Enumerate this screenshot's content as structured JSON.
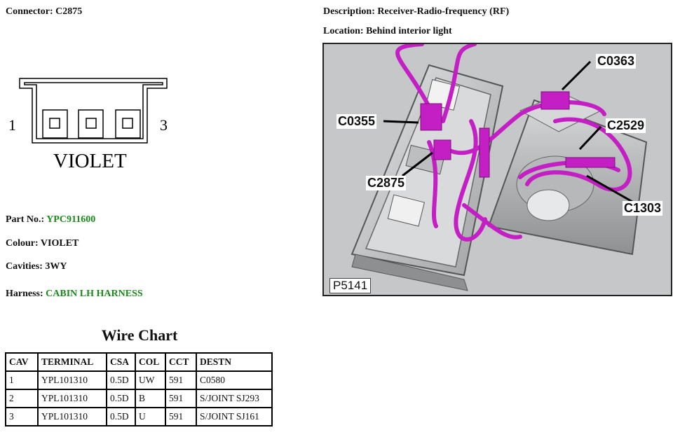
{
  "connector": {
    "label": "Connector:",
    "value": "C2875"
  },
  "description": {
    "label": "Description:",
    "value": "Receiver-Radio-frequency (RF)"
  },
  "location": {
    "label": "Location:",
    "value": "Behind interior light"
  },
  "connector_face": {
    "pin_left": "1",
    "pin_right": "3",
    "colour_text": "VIOLET"
  },
  "part_no": {
    "label": "Part No.:",
    "value": "YPC911600",
    "link_color": "#1a8a1a"
  },
  "colour": {
    "label": "Colour:",
    "value": "VIOLET"
  },
  "cavities": {
    "label": "Cavities:",
    "value": "3WY"
  },
  "harness": {
    "label": "Harness:",
    "value": "CABIN LH HARNESS",
    "link_color": "#1a8a1a"
  },
  "wire_chart": {
    "title": "Wire Chart",
    "headers": [
      "CAV",
      "TERMINAL",
      "CSA",
      "COL",
      "CCT",
      "DESTN"
    ],
    "rows": [
      [
        "1",
        "YPL101310",
        "0.5D",
        "UW",
        "591",
        "C0580"
      ],
      [
        "2",
        "YPL101310",
        "0.5D",
        "B",
        "591",
        "S/JOINT SJ293"
      ],
      [
        "3",
        "YPL101310",
        "0.5D",
        "U",
        "591",
        "S/JOINT SJ161"
      ]
    ]
  },
  "photo": {
    "callouts": [
      "C0363",
      "C0355",
      "C2529",
      "C2875",
      "C1303"
    ],
    "id": "P5141",
    "harness_color": "#c41fc4"
  }
}
